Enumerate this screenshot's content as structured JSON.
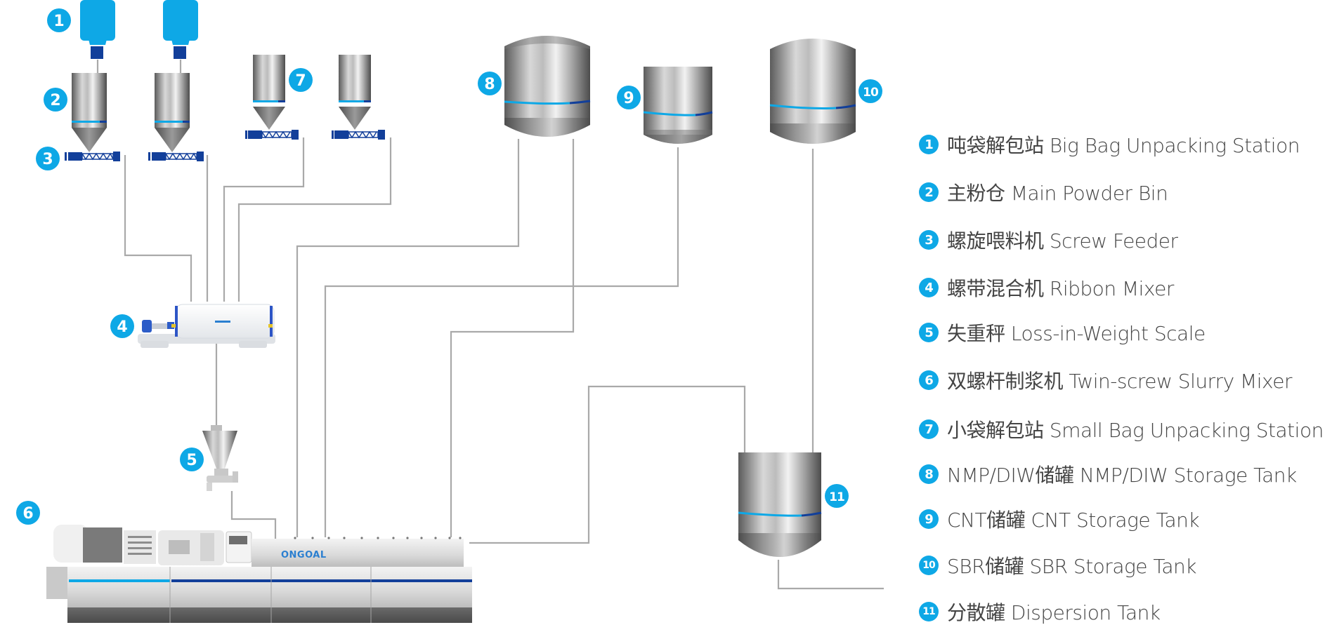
{
  "colors": {
    "accent_blue": "#0ea8e6",
    "dark_blue": "#123f9a",
    "pipe": "#a9a9a9",
    "text": "#444444"
  },
  "badges": [
    "1",
    "2",
    "3",
    "4",
    "5",
    "6",
    "7",
    "8",
    "9",
    "10",
    "11"
  ],
  "machine_brand": "ONGOAL",
  "legend": {
    "items": [
      {
        "num": "1",
        "label": "吨袋解包站 Big Bag Unpacking Station"
      },
      {
        "num": "2",
        "label": "主粉仓 Main Powder Bin"
      },
      {
        "num": "3",
        "label": "螺旋喂料机 Screw Feeder"
      },
      {
        "num": "4",
        "label": "螺带混合机 Ribbon Mixer"
      },
      {
        "num": "5",
        "label": "失重秤 Loss-in-Weight Scale"
      },
      {
        "num": "6",
        "label": "双螺杆制浆机 Twin-screw Slurry Mixer"
      },
      {
        "num": "7",
        "label": "小袋解包站 Small Bag Unpacking Station"
      },
      {
        "num": "8",
        "label": "NMP/DIW储罐 NMP/DIW Storage Tank"
      },
      {
        "num": "9",
        "label": "CNT储罐 CNT Storage Tank"
      },
      {
        "num": "10",
        "label": "SBR储罐 SBR Storage Tank"
      },
      {
        "num": "11",
        "label": "分散罐 Dispersion Tank"
      }
    ]
  }
}
